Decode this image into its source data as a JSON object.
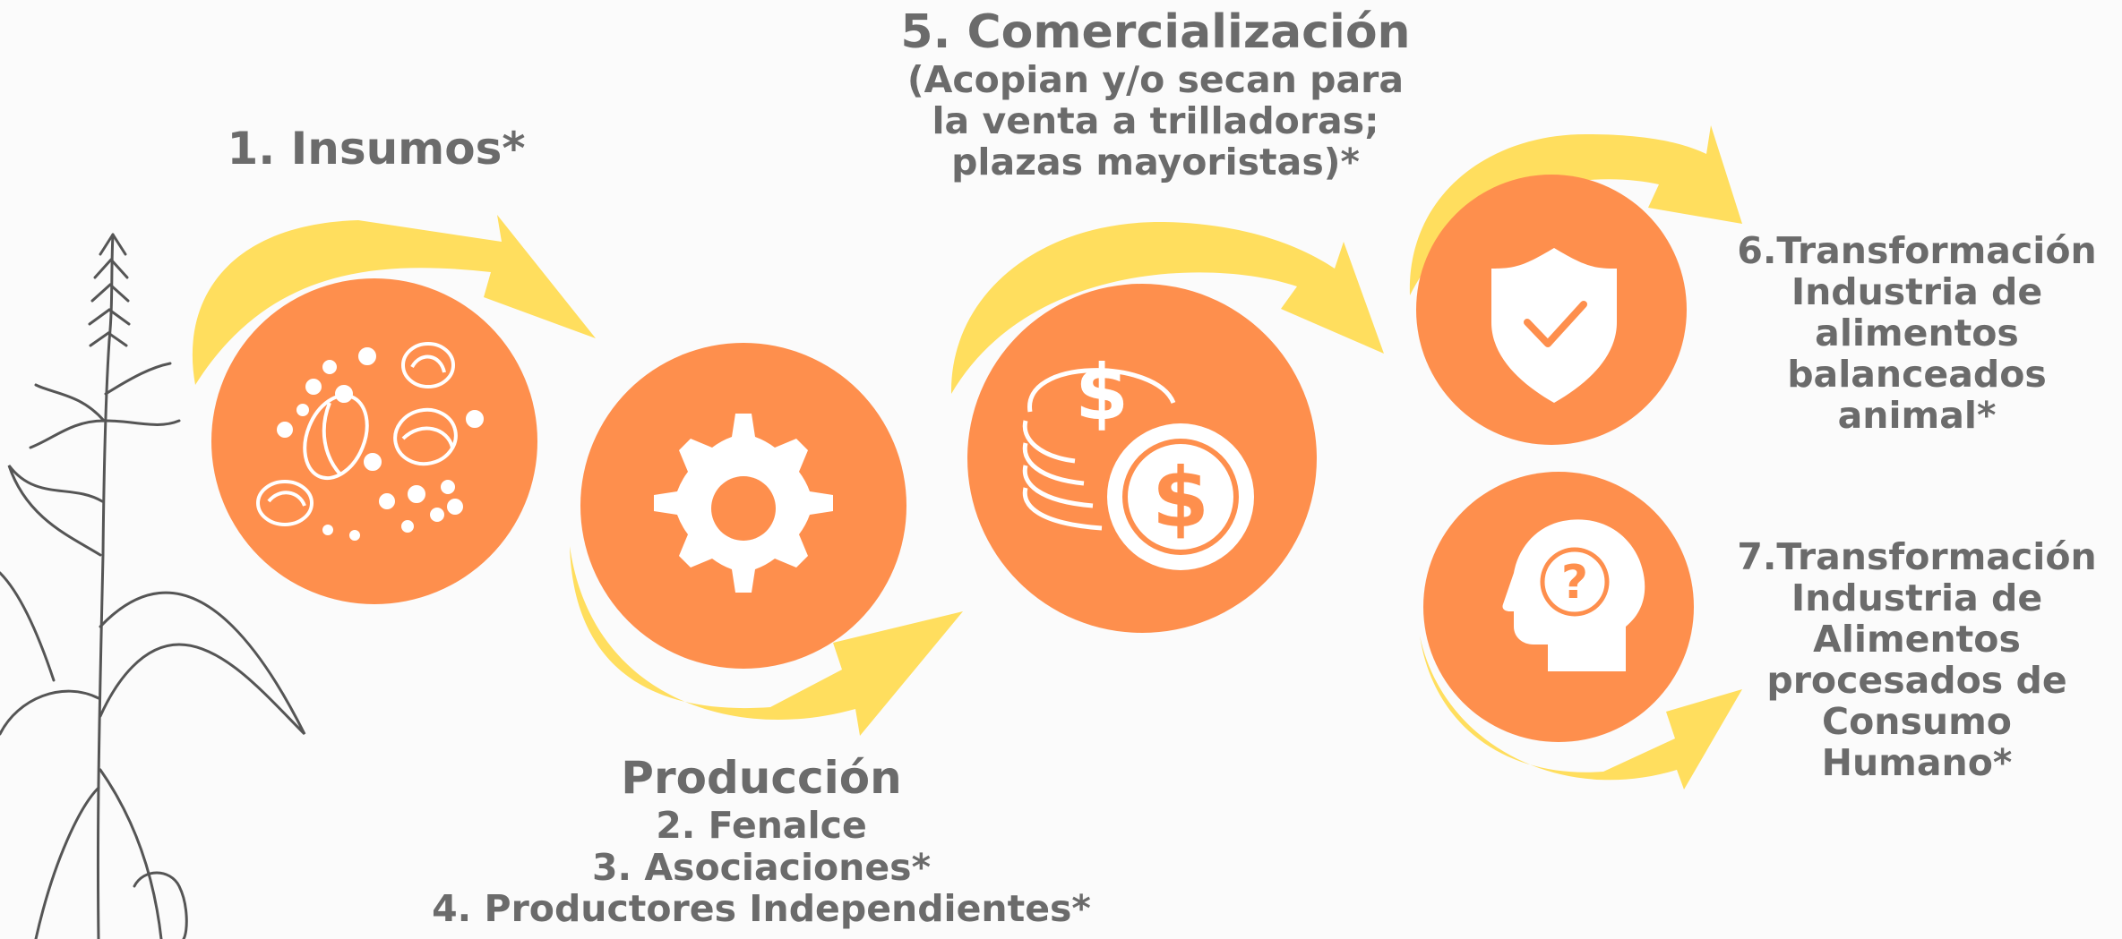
{
  "colors": {
    "circle_fill": "#fe8f4d",
    "arrow_fill": "#ffde5e",
    "icon_stroke": "#ffffff",
    "text": "#6b6b6b",
    "plant_stroke": "#555555"
  },
  "steps": {
    "insumos": {
      "title": "1. Insumos*",
      "icon": "seeds-icon"
    },
    "produccion": {
      "title": "Producción",
      "items": [
        "2. Fenalce",
        "3. Asociaciones*",
        "4. Productores Independientes*"
      ],
      "icon": "gear-icon"
    },
    "comercializacion": {
      "title": "5. Comercialización",
      "subtitle_lines": [
        "(Acopian y/o secan para",
        "la venta a trilladoras;",
        "plazas mayoristas)*"
      ],
      "icon": "coins-dollar-icon"
    },
    "transformacion_6": {
      "lines": [
        "6.Transformación",
        "Industria de",
        "alimentos",
        "balanceados",
        "animal*"
      ],
      "icon": "shield-check-icon"
    },
    "transformacion_7": {
      "lines": [
        "7.Transformación",
        "Industria de",
        "Alimentos",
        "procesados de",
        "Consumo",
        "Humano*"
      ],
      "icon": "head-question-icon"
    }
  },
  "decoration": {
    "plant": "corn-plant-illustration"
  }
}
